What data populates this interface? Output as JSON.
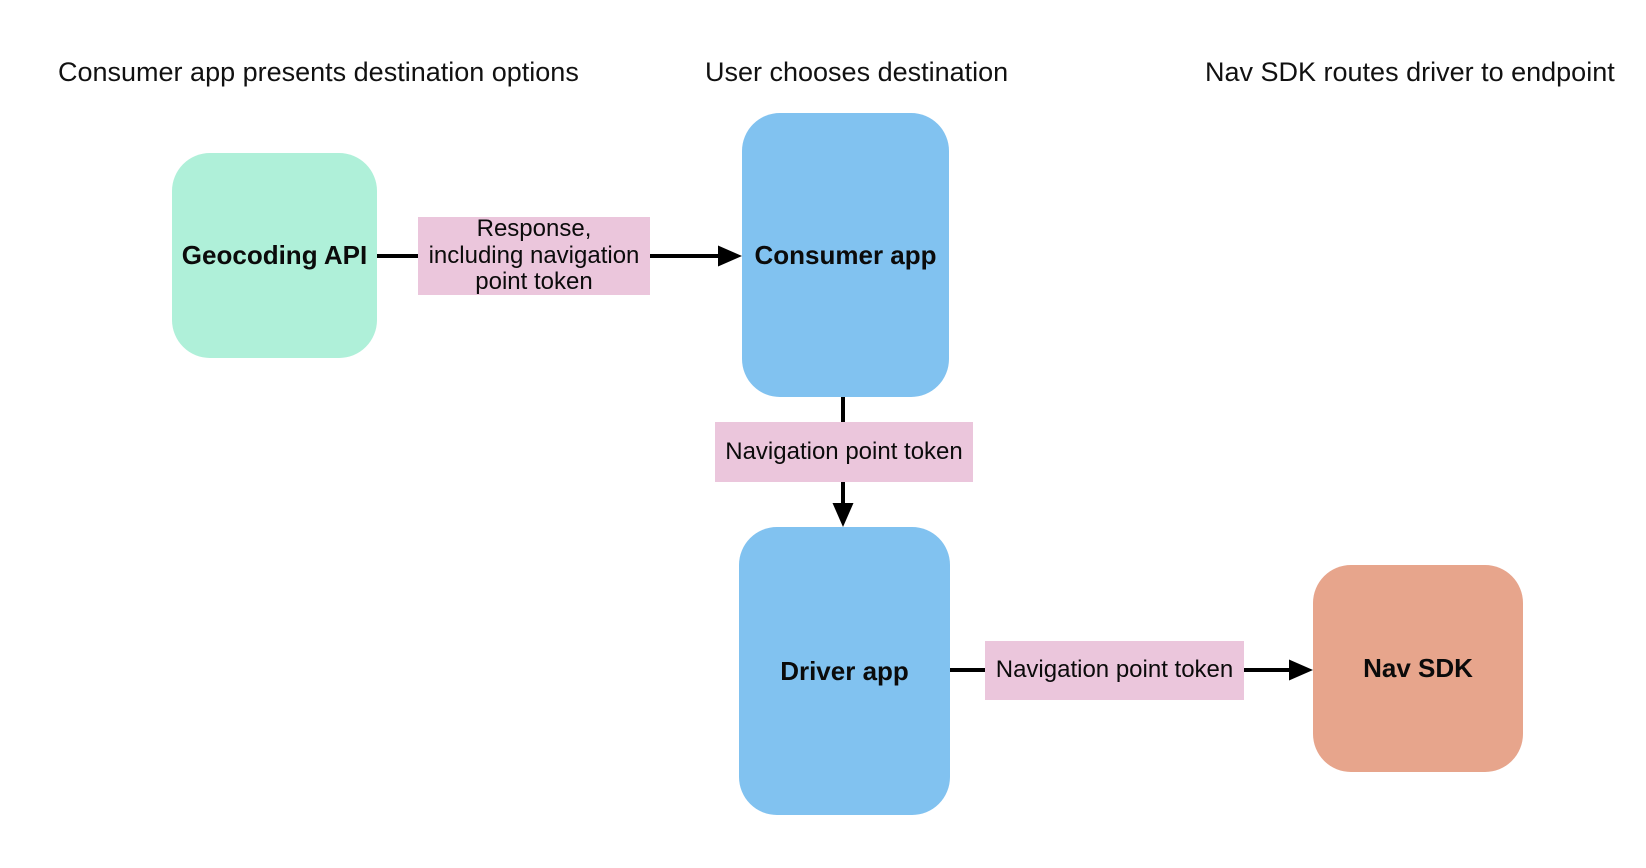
{
  "page": {
    "background": "#ffffff",
    "text_color": "#111111",
    "connector_color": "#000000"
  },
  "headers": [
    {
      "label": "Consumer app presents destination options"
    },
    {
      "label": "User chooses destination"
    },
    {
      "label": "Nav SDK routes driver to endpoint"
    }
  ],
  "nodes": [
    {
      "id": "geocoding-api",
      "label": "Geocoding API",
      "color": "#aff0d9"
    },
    {
      "id": "consumer-app",
      "label": "Consumer app",
      "color": "#81c2f0"
    },
    {
      "id": "driver-app",
      "label": "Driver app",
      "color": "#81c2f0"
    },
    {
      "id": "nav-sdk",
      "label": "Nav SDK",
      "color": "#e7a58c"
    }
  ],
  "edge_labels": [
    {
      "id": "response-including-navigation-point-token",
      "label": "Response, including navigation point token",
      "color": "#ebc6dc"
    },
    {
      "id": "navigation-point-token-middle",
      "label": "Navigation point token",
      "color": "#ebc6dc"
    },
    {
      "id": "navigation-point-token-right",
      "label": "Navigation point token",
      "color": "#ebc6dc"
    }
  ]
}
